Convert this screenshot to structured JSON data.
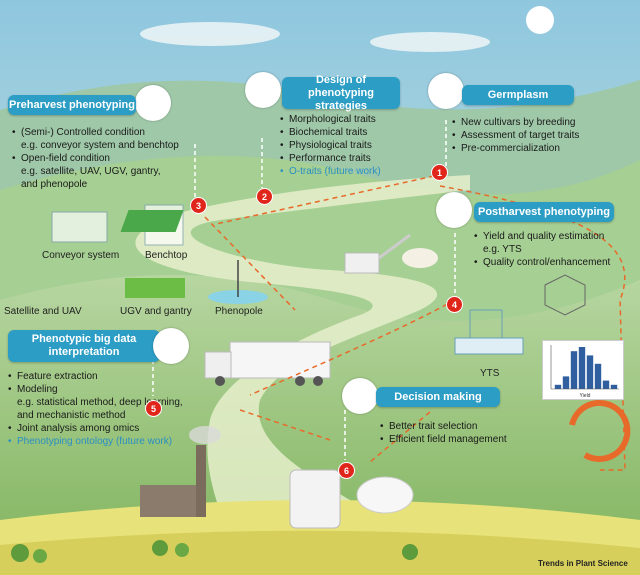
{
  "colors": {
    "header_blue": "#2c9dc4",
    "step_red": "#e0251b",
    "future_blue": "#2a8fc4",
    "path_orange": "#e86a2a"
  },
  "preharvest": {
    "title": "Preharvest phenotyping",
    "items": [
      "(Semi-) Controlled condition",
      "e.g. conveyor system and benchtop",
      "Open-field condition",
      "e.g. satellite, UAV, UGV, gantry,",
      "and phenopole"
    ],
    "labels": {
      "conveyor": "Conveyor system",
      "benchtop": "Benchtop",
      "satellite": "Satellite and UAV",
      "ugv": "UGV and gantry",
      "phenopole": "Phenopole"
    }
  },
  "design": {
    "title": "Design of phenotyping strategies",
    "items": [
      "Morphological traits",
      "Biochemical traits",
      "Physiological traits",
      "Performance traits",
      "O-traits (future work)"
    ]
  },
  "germplasm": {
    "title": "Germplasm",
    "items": [
      "New cultivars by breeding",
      "Assessment of target traits",
      "Pre-commercialization"
    ]
  },
  "postharvest": {
    "title": "Postharvest phenotyping",
    "items": [
      "Yield and quality estimation",
      "e.g. YTS",
      "Quality control/enhancement"
    ],
    "yts_label": "YTS",
    "chart_xlabel": "Yield"
  },
  "bigdata": {
    "title": "Phenotypic big data interpretation",
    "items": [
      "Feature extraction",
      "Modeling",
      "e.g. statistical method, deep learning,",
      "and mechanistic method",
      "Joint analysis among omics",
      "Phenotyping ontology (future work)"
    ]
  },
  "decision": {
    "title": "Decision making",
    "items": [
      "Better trait selection",
      "Efficient field management"
    ]
  },
  "steps": [
    "1",
    "2",
    "3",
    "4",
    "5",
    "6"
  ],
  "credit": "Trends in Plant Science",
  "chart_data": {
    "type": "bar",
    "xlabel": "Yield",
    "values": [
      1,
      3,
      9,
      10,
      8,
      6,
      2,
      1
    ]
  }
}
